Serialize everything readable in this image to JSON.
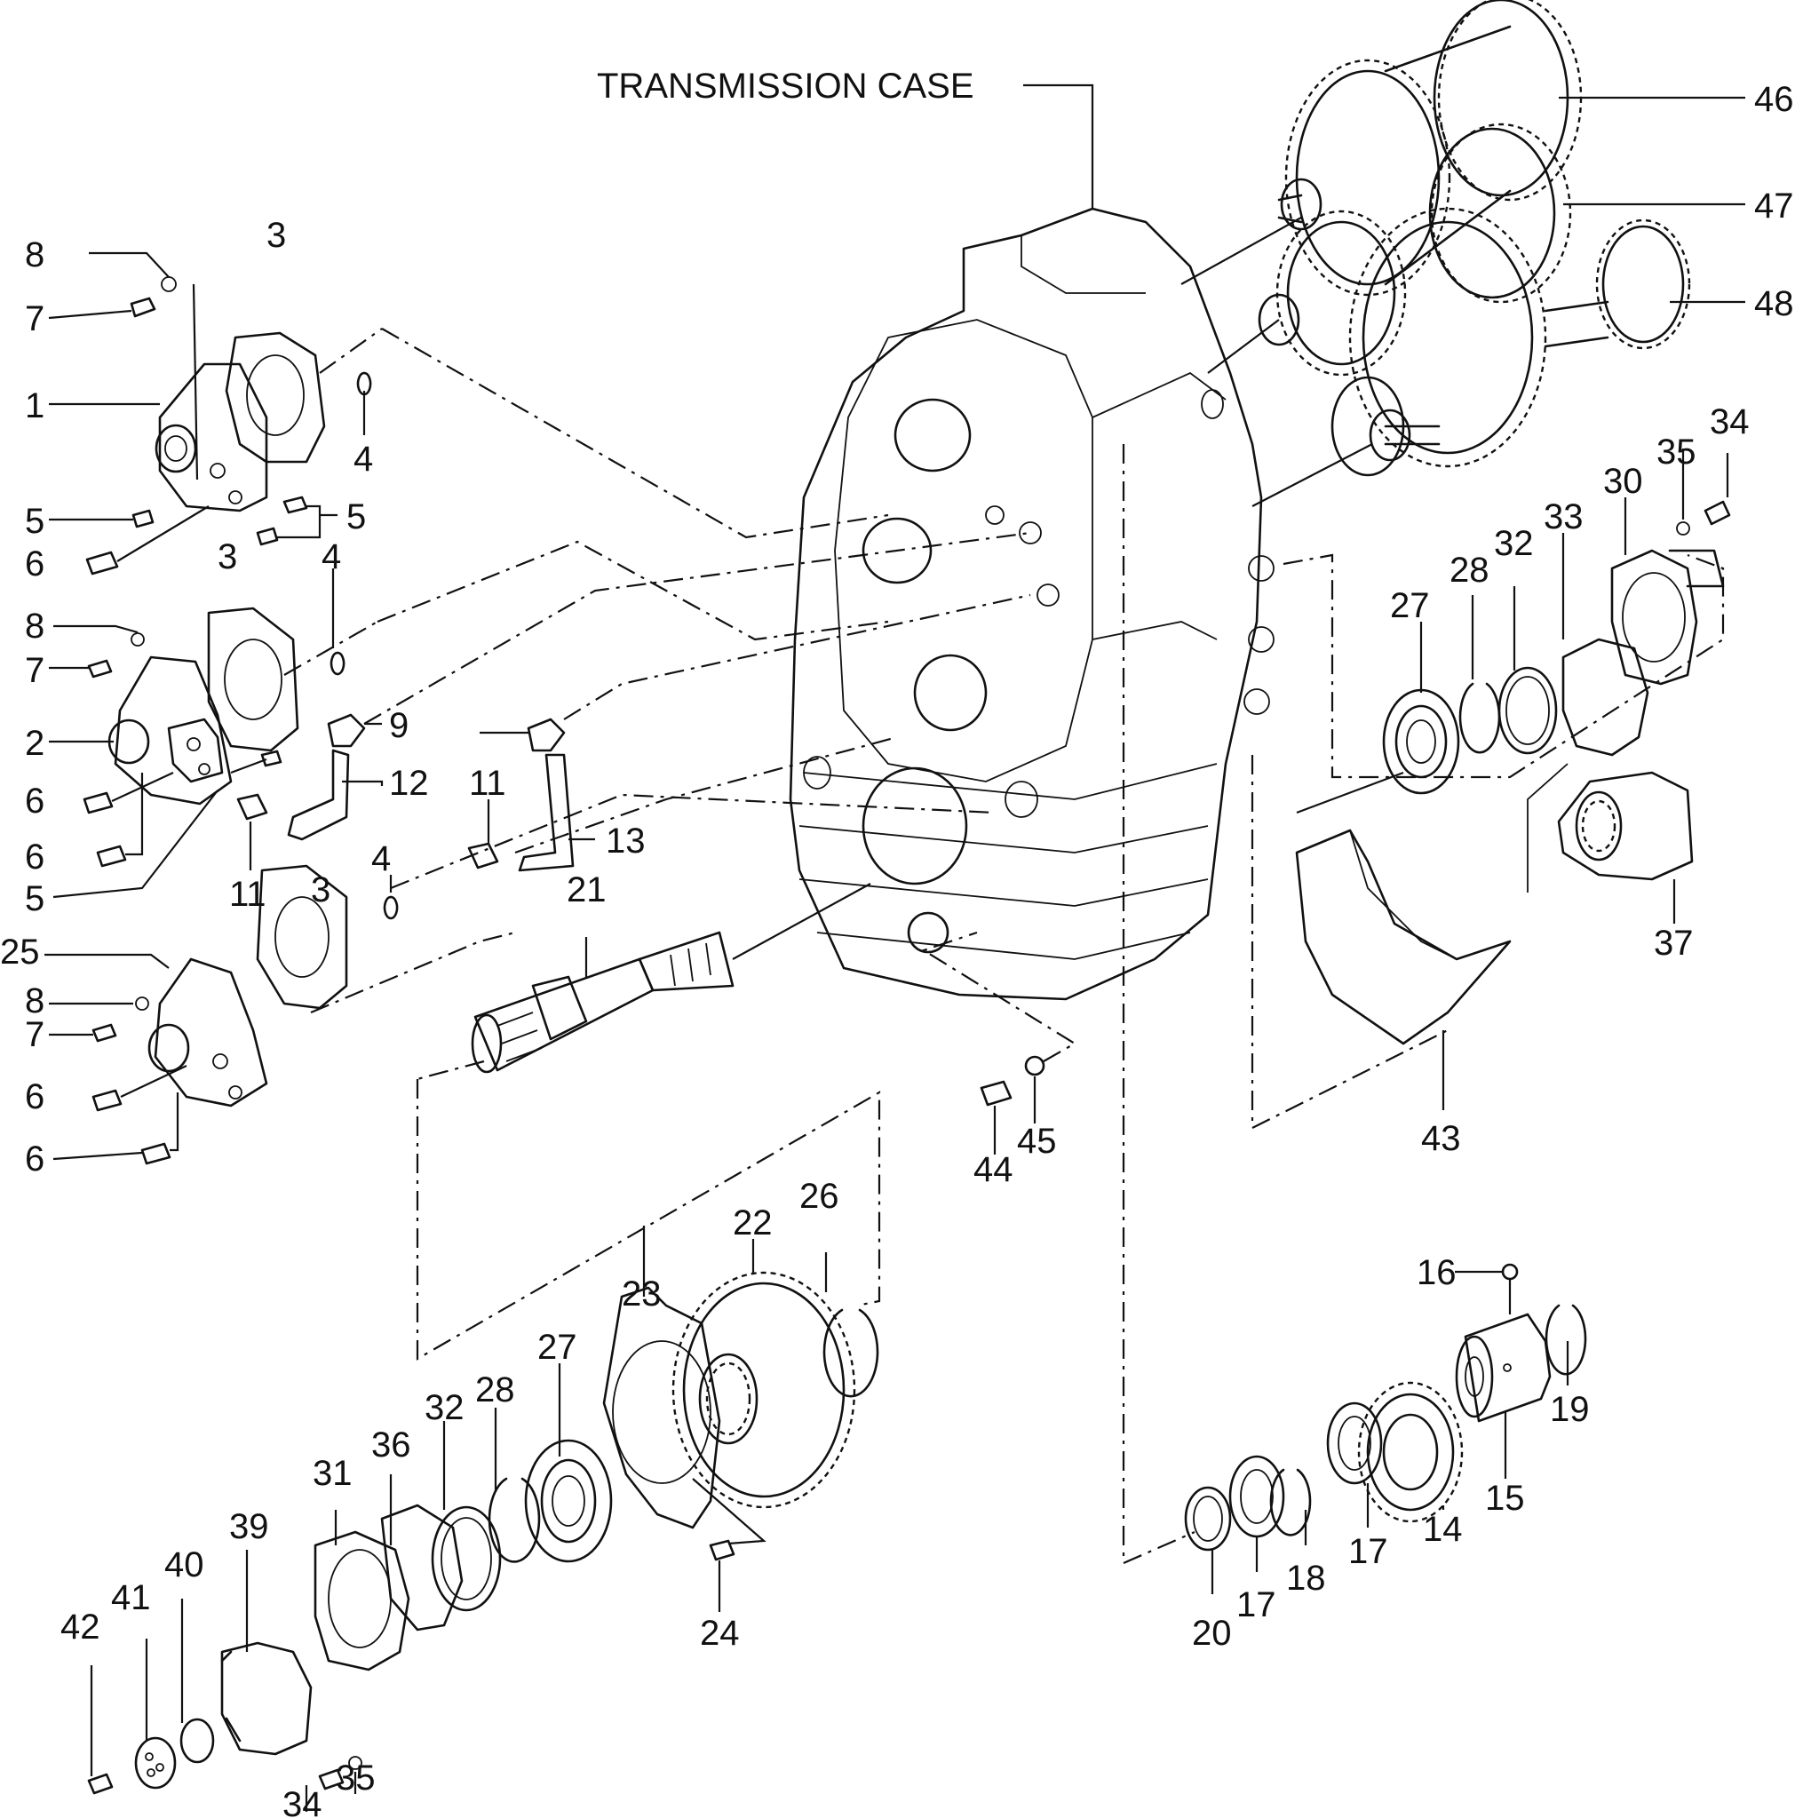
{
  "title": "TRANSMISSION CASE",
  "callouts": [
    {
      "id": "c8a",
      "text": "8"
    },
    {
      "id": "c7a",
      "text": "7"
    },
    {
      "id": "c3a",
      "text": "3"
    },
    {
      "id": "c1",
      "text": "1"
    },
    {
      "id": "c4a",
      "text": "4"
    },
    {
      "id": "c5a",
      "text": "5"
    },
    {
      "id": "c5b",
      "text": "5"
    },
    {
      "id": "c6a",
      "text": "6"
    },
    {
      "id": "c3b",
      "text": "3"
    },
    {
      "id": "c4b",
      "text": "4"
    },
    {
      "id": "c8b",
      "text": "8"
    },
    {
      "id": "c7b",
      "text": "7"
    },
    {
      "id": "c2",
      "text": "2"
    },
    {
      "id": "c9",
      "text": "9"
    },
    {
      "id": "c6b",
      "text": "6"
    },
    {
      "id": "c12",
      "text": "12"
    },
    {
      "id": "c11a",
      "text": "11"
    },
    {
      "id": "c13",
      "text": "13"
    },
    {
      "id": "c6c",
      "text": "6"
    },
    {
      "id": "c5c",
      "text": "5"
    },
    {
      "id": "c11b",
      "text": "11"
    },
    {
      "id": "c4c",
      "text": "4"
    },
    {
      "id": "c3c",
      "text": "3"
    },
    {
      "id": "c21",
      "text": "21"
    },
    {
      "id": "c25",
      "text": "25"
    },
    {
      "id": "c8c",
      "text": "8"
    },
    {
      "id": "c7c",
      "text": "7"
    },
    {
      "id": "c6d",
      "text": "6"
    },
    {
      "id": "c6e",
      "text": "6"
    },
    {
      "id": "c44",
      "text": "44"
    },
    {
      "id": "c45",
      "text": "45"
    },
    {
      "id": "c46",
      "text": "46"
    },
    {
      "id": "c47",
      "text": "47"
    },
    {
      "id": "c48",
      "text": "48"
    },
    {
      "id": "c34a",
      "text": "34"
    },
    {
      "id": "c35a",
      "text": "35"
    },
    {
      "id": "c30",
      "text": "30"
    },
    {
      "id": "c33",
      "text": "33"
    },
    {
      "id": "c32a",
      "text": "32"
    },
    {
      "id": "c28a",
      "text": "28"
    },
    {
      "id": "c27a",
      "text": "27"
    },
    {
      "id": "c37",
      "text": "37"
    },
    {
      "id": "c43",
      "text": "43"
    },
    {
      "id": "c26",
      "text": "26"
    },
    {
      "id": "c22",
      "text": "22"
    },
    {
      "id": "c23",
      "text": "23"
    },
    {
      "id": "c27b",
      "text": "27"
    },
    {
      "id": "c28b",
      "text": "28"
    },
    {
      "id": "c32b",
      "text": "32"
    },
    {
      "id": "c36",
      "text": "36"
    },
    {
      "id": "c31",
      "text": "31"
    },
    {
      "id": "c39",
      "text": "39"
    },
    {
      "id": "c40",
      "text": "40"
    },
    {
      "id": "c41",
      "text": "41"
    },
    {
      "id": "c42",
      "text": "42"
    },
    {
      "id": "c34b",
      "text": "34"
    },
    {
      "id": "c35b",
      "text": "35"
    },
    {
      "id": "c24",
      "text": "24"
    },
    {
      "id": "c16",
      "text": "16"
    },
    {
      "id": "c19",
      "text": "19"
    },
    {
      "id": "c15",
      "text": "15"
    },
    {
      "id": "c14",
      "text": "14"
    },
    {
      "id": "c17a",
      "text": "17"
    },
    {
      "id": "c18",
      "text": "18"
    },
    {
      "id": "c17b",
      "text": "17"
    },
    {
      "id": "c20",
      "text": "20"
    }
  ]
}
